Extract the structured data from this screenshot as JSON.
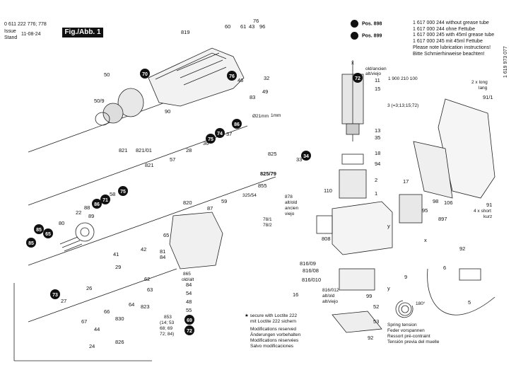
{
  "header": {
    "doc_number": "0 611 222 776; 778",
    "issue_label": "Issue",
    "stand_label": "Stand",
    "issue_date": "11-08-24",
    "figure_label": "Fig./Abb. 1"
  },
  "side_number": "1 619 973 077",
  "legend": [
    {
      "pos": "Pos. 898",
      "lines": [
        "1 617 000 244 without grease tube",
        "1 617 000 244 ohne Fettube"
      ]
    },
    {
      "pos": "Pos. 899",
      "lines": [
        "1 617 000 245 with 45ml grease tube",
        "1 617 000 245 mit 45ml Fettube"
      ]
    }
  ],
  "notes": [
    "Please note lubrication instructions!",
    "Bitte Schmierhinweise beachten!"
  ],
  "old_new": {
    "label1": "old/ancien",
    "label2": "alt/viejo",
    "number": "1 900 210 100"
  },
  "loctite": [
    "secure with Loctite 222",
    "mit Loctite 222 sichern"
  ],
  "modifications": [
    "Modifications reserved",
    "Änderungen vorbehalten",
    "Modifications réservées",
    "Salvo modificaciones"
  ],
  "spring": [
    "Spring tension",
    "Feder vorspannen",
    "Ressort pré-contraint",
    "Tensión previa del muelle"
  ],
  "spring_angle": "180°",
  "brush_long": [
    "2 x long",
    "lang"
  ],
  "brush_short": [
    "4 x short",
    "kurz"
  ],
  "extra_texts": {
    "t3": "3 (=3;13;15;72)",
    "dim_21": "Ø21mm",
    "dim_1": "1mm",
    "old_ancien_viejo": [
      "878",
      "alt/old",
      "ancien",
      "viejo"
    ],
    "t853": [
      "853",
      "(14; 53",
      "68; 69",
      "72; 84)"
    ],
    "t816": [
      "816/012",
      "alt/old",
      "alt/viejo"
    ],
    "t865": [
      "865",
      "old/alt"
    ],
    "t78": [
      "78/1",
      "78/2"
    ],
    "t325_54": "325/54"
  },
  "black_callouts": [
    "70",
    "76",
    "75",
    "74",
    "86",
    "34",
    "72",
    "73",
    "72",
    "71",
    "75",
    "85",
    "86",
    "85",
    "65",
    "69"
  ],
  "callouts": [
    {
      "text": "819"
    },
    {
      "text": "60"
    },
    {
      "text": "61"
    },
    {
      "text": "43"
    },
    {
      "text": "76"
    },
    {
      "text": "96"
    },
    {
      "text": "50"
    },
    {
      "text": "50/9"
    },
    {
      "text": "90"
    },
    {
      "text": "32"
    },
    {
      "text": "46"
    },
    {
      "text": "83"
    },
    {
      "text": "49"
    },
    {
      "text": "821"
    },
    {
      "text": "821/01"
    },
    {
      "text": "28"
    },
    {
      "text": "36"
    },
    {
      "text": "37"
    },
    {
      "text": "825"
    },
    {
      "text": "33"
    },
    {
      "text": "821"
    },
    {
      "text": "57"
    },
    {
      "text": "58"
    },
    {
      "text": "59"
    },
    {
      "text": "820"
    },
    {
      "text": "87"
    },
    {
      "text": "855"
    },
    {
      "text": "88"
    },
    {
      "text": "89"
    },
    {
      "text": "22"
    },
    {
      "text": "80"
    },
    {
      "text": "81"
    },
    {
      "text": "84"
    },
    {
      "text": "65"
    },
    {
      "text": "41"
    },
    {
      "text": "26"
    },
    {
      "text": "29"
    },
    {
      "text": "42"
    },
    {
      "text": "62"
    },
    {
      "text": "63"
    },
    {
      "text": "64"
    },
    {
      "text": "27"
    },
    {
      "text": "67"
    },
    {
      "text": "44"
    },
    {
      "text": "66"
    },
    {
      "text": "830"
    },
    {
      "text": "823"
    },
    {
      "text": "24"
    },
    {
      "text": "826"
    },
    {
      "text": "54"
    },
    {
      "text": "48"
    },
    {
      "text": "55"
    },
    {
      "text": "84"
    },
    {
      "text": "15"
    },
    {
      "text": "13"
    },
    {
      "text": "35"
    },
    {
      "text": "18"
    },
    {
      "text": "94"
    },
    {
      "text": "2"
    },
    {
      "text": "110"
    },
    {
      "text": "1"
    },
    {
      "text": "808"
    },
    {
      "text": "816/09"
    },
    {
      "text": "816/08"
    },
    {
      "text": "816/010"
    },
    {
      "text": "16"
    },
    {
      "text": "99"
    },
    {
      "text": "52"
    },
    {
      "text": "53"
    },
    {
      "text": "92"
    },
    {
      "text": "17"
    },
    {
      "text": "98"
    },
    {
      "text": "95"
    },
    {
      "text": "897"
    },
    {
      "text": "106"
    },
    {
      "text": "91/1"
    },
    {
      "text": "91"
    },
    {
      "text": "92"
    },
    {
      "text": "6"
    },
    {
      "text": "9"
    },
    {
      "text": "5"
    },
    {
      "text": "825/79"
    },
    {
      "text": "11"
    },
    {
      "text": "x"
    },
    {
      "text": "y"
    },
    {
      "text": "x"
    },
    {
      "text": "y"
    }
  ]
}
